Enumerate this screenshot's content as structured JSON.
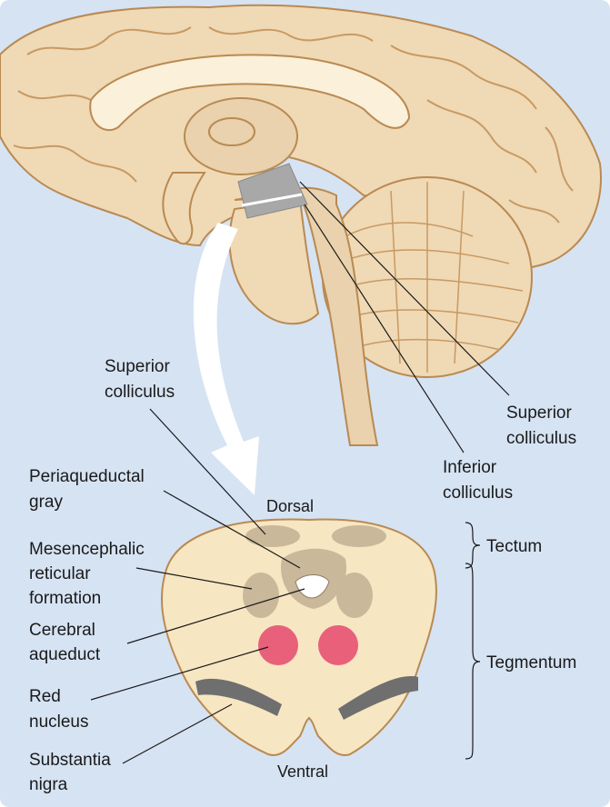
{
  "labels": {
    "superior_colliculus_top": [
      "Superior",
      "colliculus"
    ],
    "superior_colliculus_right": [
      "Superior",
      "colliculus"
    ],
    "inferior_colliculus": [
      "Inferior",
      "colliculus"
    ],
    "periaqueductal_gray": [
      "Periaqueductal",
      "gray"
    ],
    "mesencephalic_reticular_formation": [
      "Mesencephalic",
      "reticular",
      "formation"
    ],
    "cerebral_aqueduct": [
      "Cerebral",
      "aqueduct"
    ],
    "red_nucleus": [
      "Red",
      "nucleus"
    ],
    "substantia_nigra": [
      "Substantia",
      "nigra"
    ],
    "tectum": "Tectum",
    "tegmentum": "Tegmentum",
    "dorsal": "Dorsal",
    "ventral": "Ventral"
  },
  "colors": {
    "background": "#d6e3f3",
    "brain_tissue": "#f0d9b5",
    "brain_outline": "#b98a52",
    "cross_section": "#f7e6c2",
    "gray_matter": "#c9b89a",
    "red_nucleus": "#e8607a",
    "substantia_nigra": "#6f6f6f",
    "arrow": "#ffffff"
  }
}
